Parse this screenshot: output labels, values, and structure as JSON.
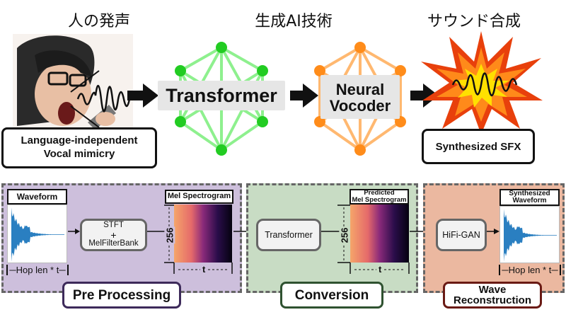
{
  "top": {
    "titles": {
      "human_voice": "人の発声",
      "generative_ai": "生成AI技術",
      "sound_synthesis": "サウンド合成"
    },
    "input_callout": {
      "line1": "Language-independent",
      "line2": "Vocal mimicry"
    },
    "transformer_label": "Transformer",
    "vocoder_label": {
      "line1": "Neural",
      "line2": "Vocoder"
    },
    "output_callout": "Synthesized SFX",
    "colors": {
      "transformer_net": "#22cc22",
      "transformer_edges": "#8ef08e",
      "vocoder_net": "#ff8c1a",
      "vocoder_edges": "#ffb870"
    }
  },
  "pipeline": {
    "pre_processing": {
      "label": "Pre Processing",
      "waveform_header": "Waveform",
      "waveform_axis": "Hop len * t",
      "process_box": {
        "line1": "STFT",
        "line2": "+",
        "line3": "MelFilterBank"
      },
      "spec_header": "Mel Spectrogram",
      "spec_y": "256",
      "spec_x": "t",
      "bg_color": "#cdbfdc",
      "border_color": "#3d2a5a"
    },
    "conversion": {
      "label": "Conversion",
      "process_box": "Transformer",
      "spec_header": {
        "line1": "Predicted",
        "line2": "Mel Spectrogram"
      },
      "spec_y": "256",
      "spec_x": "t",
      "bg_color": "#c8dcc4",
      "border_color": "#2f5230"
    },
    "wave_reconstruction": {
      "label": {
        "line1": "Wave",
        "line2": "Reconstruction"
      },
      "process_box": "HiFi-GAN",
      "waveform_header": {
        "line1": "Synthesized",
        "line2": "Waveform"
      },
      "waveform_axis": "Hop len * t",
      "bg_color": "#ebb8a0",
      "border_color": "#6a1a14"
    }
  }
}
